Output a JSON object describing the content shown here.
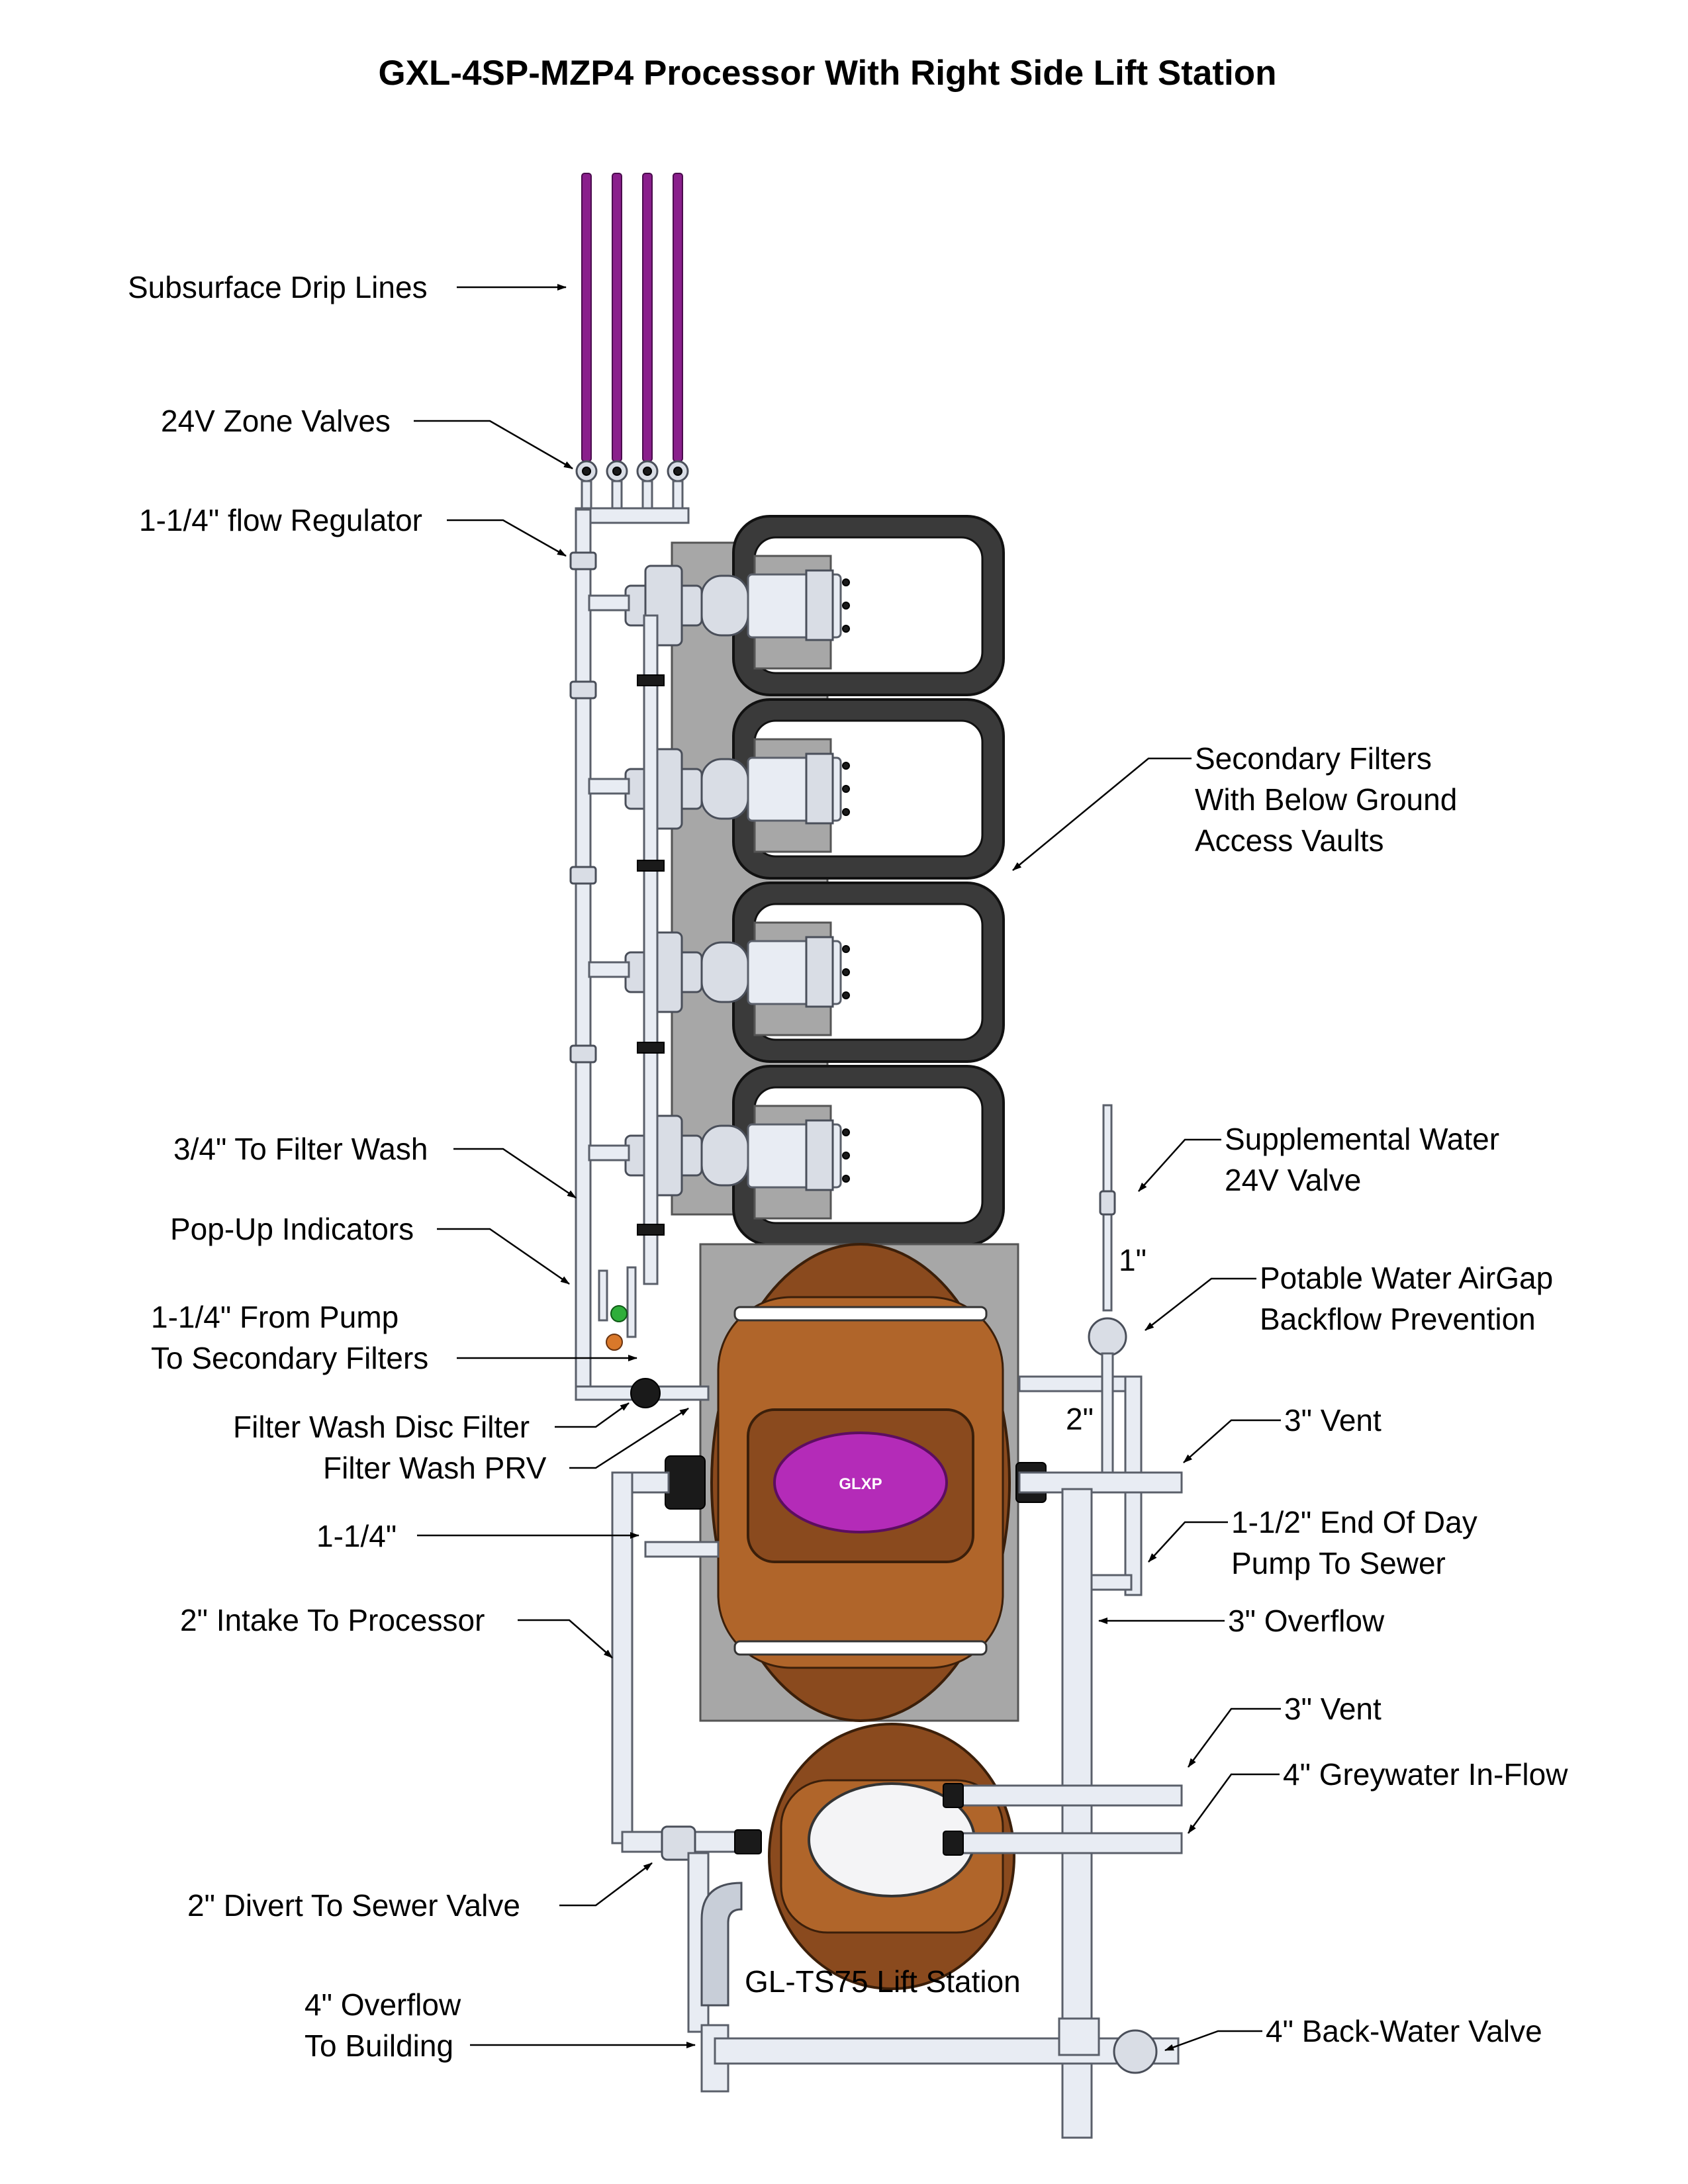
{
  "title": "GXL-4SP-MZP4 Processor With Right Side Lift Station",
  "labels": {
    "subsurface_drip_lines": "Subsurface Drip Lines",
    "zone_valves": "24V Zone Valves",
    "flow_regulator": "1-1/4\" flow Regulator",
    "secondary_filters_1": "Secondary Filters",
    "secondary_filters_2": "With Below Ground",
    "secondary_filters_3": "Access Vaults",
    "filter_wash_supply": "3/4\" To Filter Wash",
    "supplemental_water_1": "Supplemental Water",
    "supplemental_water_2": "24V Valve",
    "pipe_1in": "1\"",
    "pop_up_indicators": "Pop-Up Indicators",
    "airgap_1": "Potable Water AirGap",
    "airgap_2": "Backflow Prevention",
    "from_pump_1": "1-1/4\" From Pump",
    "from_pump_2": "To Secondary Filters",
    "pipe_2in": "2\"",
    "disc_filter": "Filter Wash Disc Filter",
    "vent_upper": "3\" Vent",
    "prv": "Filter Wash PRV",
    "pipe_1_25": "1-1/4\"",
    "end_of_day_1": "1-1/2\" End Of Day",
    "end_of_day_2": "Pump To Sewer",
    "intake": "2\" Intake To Processor",
    "overflow_3in": "3\" Overflow",
    "vent_lower": "3\" Vent",
    "greywater_inflow": "4\" Greywater In-Flow",
    "divert_valve": "2\" Divert To Sewer Valve",
    "lift_station": "GL-TS75 Lift Station",
    "overflow_building_1": "4\" Overflow",
    "overflow_building_2": "To Building",
    "backwater_valve": "4\" Back-Water Valve",
    "processor_badge": "GLXP"
  },
  "colors": {
    "drip_line": "#8a1f8c",
    "processor_tank": "#8a4a1e",
    "processor_lid": "#b42bb8",
    "vault": "#3a3a3a",
    "panel": "#a7a7a7",
    "pipe": "#e8ecf3",
    "indicator_green": "#2fae3a",
    "indicator_orange": "#d9782a"
  }
}
